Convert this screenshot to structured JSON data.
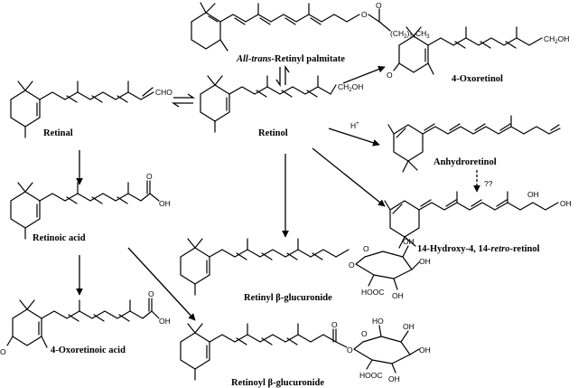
{
  "compounds": {
    "palmitate": {
      "italic": "All-trans",
      "rest": "-Retinyl palmitate",
      "chain": "(CH",
      "chain_sub2": "2",
      "chain_close": ")",
      "chain_sub14": "14",
      "ch3": "CH",
      "ch3_sub": "3"
    },
    "retinal": {
      "name": "Retinal",
      "group": "CHO"
    },
    "retinol": {
      "name": "Retinol",
      "group": "CH",
      "group_sub": "2",
      "group_end": "OH"
    },
    "oxoretinol": {
      "name": "4-Oxoretinol",
      "oh": "CH",
      "oh_sub": "2",
      "oh_end": "OH"
    },
    "anhydroretinol": {
      "name": "Anhydroretinol"
    },
    "hydroxy": {
      "name": "14-Hydroxy-4, 14-",
      "italic": "retro",
      "name_end": "-retinol",
      "oh": "OH"
    },
    "retinoic": {
      "name": "Retinoic acid",
      "oh": "OH"
    },
    "oxoretinoic": {
      "name": "4-Oxoretinoic acid",
      "oh": "OH"
    },
    "retinyl_gluc": {
      "name": "Retinyl β-glucuronide"
    },
    "retinoyl_gluc": {
      "name": "Retinoyl β-glucuronide"
    }
  },
  "atoms": {
    "O": "O",
    "OH": "OH",
    "HO": "HO",
    "HOOC": "HOOC"
  },
  "arrows": {
    "acid_label": "H",
    "acid_sup": "+",
    "uncertain_label": "??"
  }
}
